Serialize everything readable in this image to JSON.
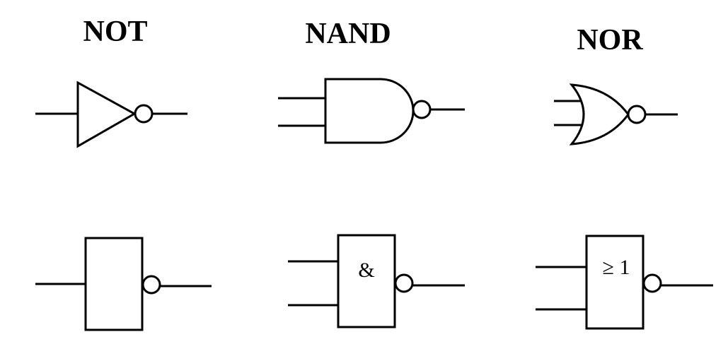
{
  "gates": [
    {
      "name": "NOT",
      "iec_symbol": ""
    },
    {
      "name": "NAND",
      "iec_symbol": "&"
    },
    {
      "name": "NOR",
      "iec_symbol": "≥ 1"
    }
  ],
  "colors": {
    "stroke": "#000000",
    "background": "#ffffff"
  }
}
